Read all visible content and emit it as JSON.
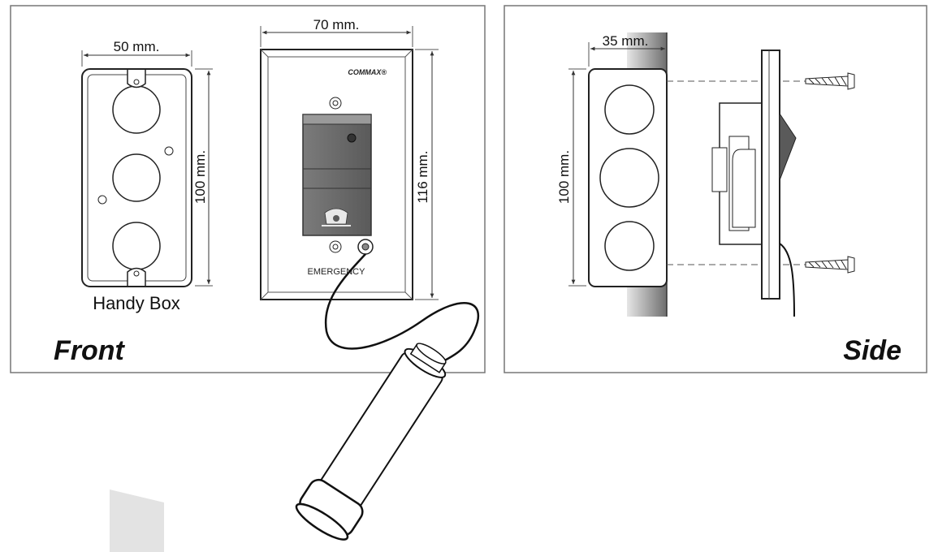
{
  "front_panel": {
    "caption": "Front",
    "handy_box": {
      "label": "Handy Box",
      "width_label": "50 mm.",
      "height_label": "100 mm."
    },
    "wall_plate": {
      "width_label": "70 mm.",
      "height_label": "116 mm.",
      "brand": "COMMAX®",
      "button_label": "EMERGENCY"
    }
  },
  "side_panel": {
    "caption": "Side",
    "depth_label": "35 mm.",
    "height_label": "100 mm."
  }
}
